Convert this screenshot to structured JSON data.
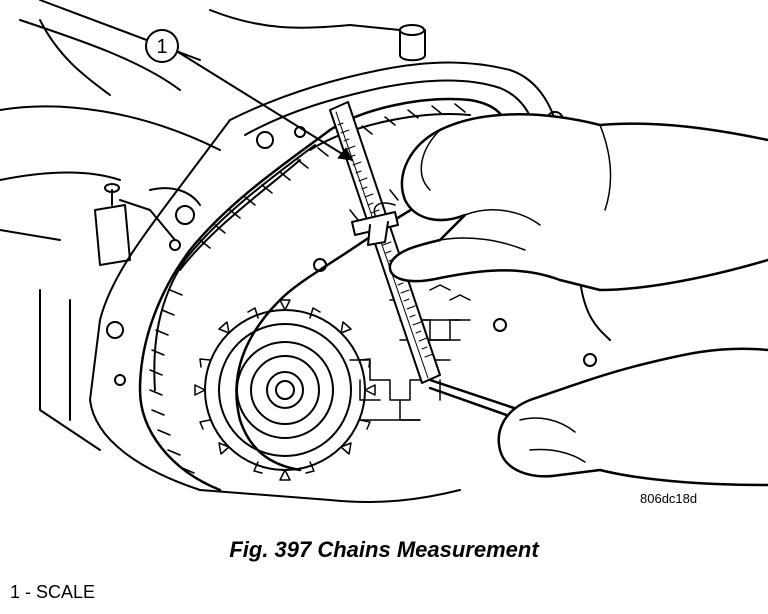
{
  "figure": {
    "callout_number": "1",
    "code": "806dc18d",
    "caption": "Fig. 397 Chains Measurement"
  },
  "legend": {
    "items": [
      {
        "number": "1",
        "label": "1 - SCALE"
      }
    ]
  }
}
